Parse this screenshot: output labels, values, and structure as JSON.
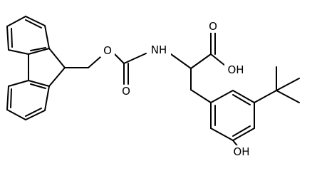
{
  "molecule": {
    "atoms": {
      "o_ester": "O",
      "o_carbonyl": "O",
      "nh": "NH",
      "o_acid": "O",
      "oh_acid": "OH",
      "oh_phenol": "OH"
    },
    "colors": {
      "bond": "#000000",
      "text": "#000000",
      "background": "#ffffff"
    }
  }
}
